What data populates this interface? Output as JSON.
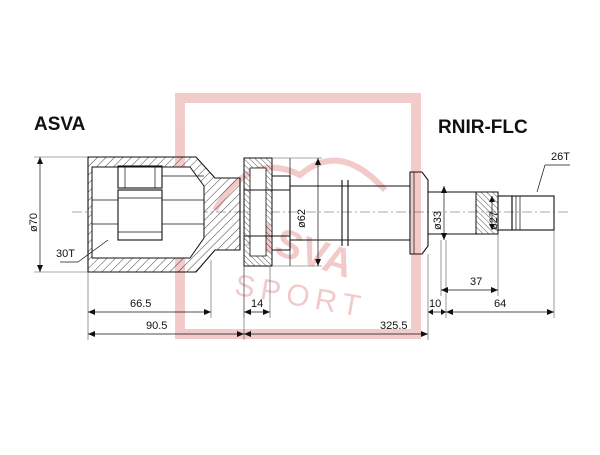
{
  "brand": "ASVA",
  "part_number": "RNIR-FLC",
  "watermark": {
    "logo_text": "ASVA",
    "sub_text": "SPORT",
    "color": "#e8a0a0"
  },
  "labels": {
    "teeth_outer": "26T",
    "teeth_inner": "30T",
    "dia_housing": "ø70",
    "dia_ring": "ø62",
    "dia_shaft": "ø33",
    "dia_spline": "ø27"
  },
  "dimensions": {
    "d_66_5": "66.5",
    "d_14": "14",
    "d_10": "10",
    "d_37": "37",
    "d_64": "64",
    "d_90_5": "90.5",
    "d_325_5": "325.5"
  },
  "colors": {
    "line": "#111111",
    "watermark": "#e8a0a0"
  }
}
